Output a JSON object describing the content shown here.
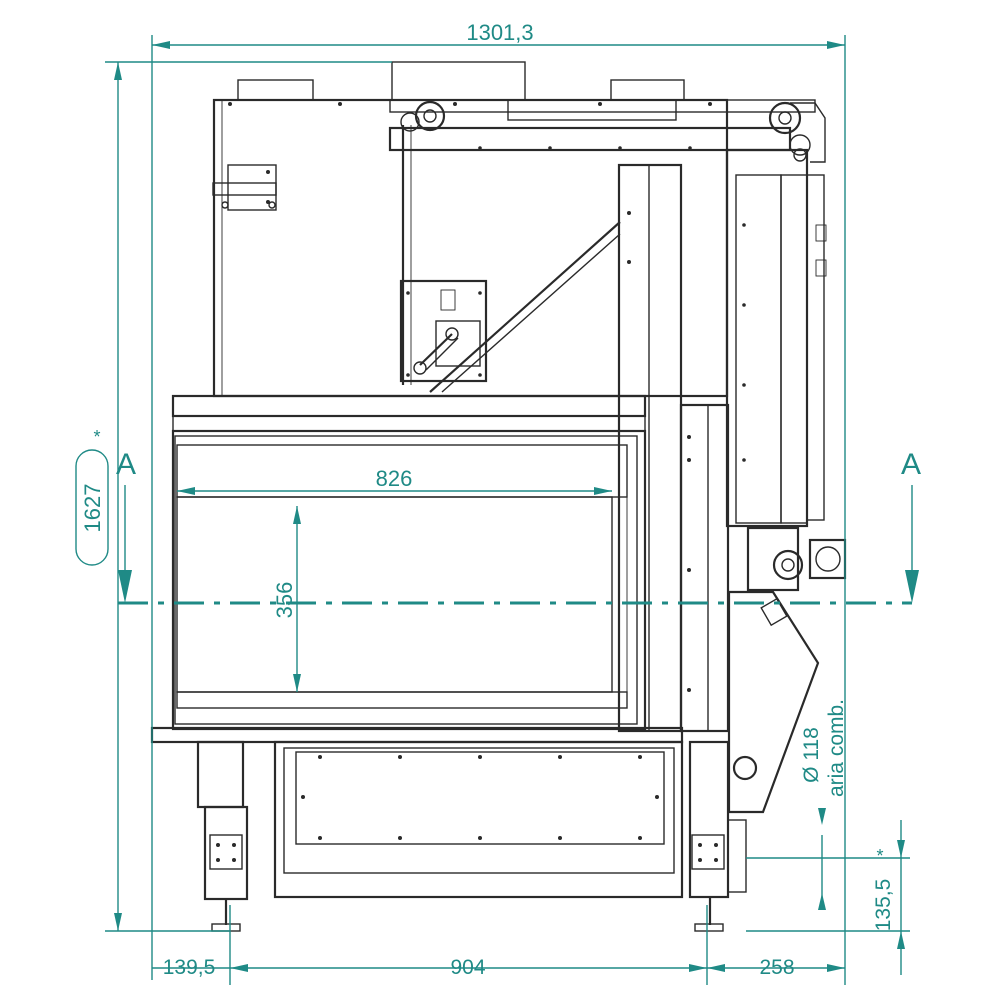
{
  "dimensions": {
    "overall_width": "1301,3",
    "overall_height": "1627",
    "overall_height_mark": "*",
    "left_offset": "139,5",
    "middle_width": "904",
    "right_width": "258",
    "glass_width": "826",
    "glass_height": "356",
    "air_duct": "Ø 118",
    "air_duct_label": "aria comb.",
    "air_height": "135,5",
    "air_height_mark": "*"
  },
  "section": {
    "left_label": "A",
    "right_label": "A"
  },
  "colors": {
    "dimension": "#1f8a86",
    "outline": "#2a2a2a"
  }
}
